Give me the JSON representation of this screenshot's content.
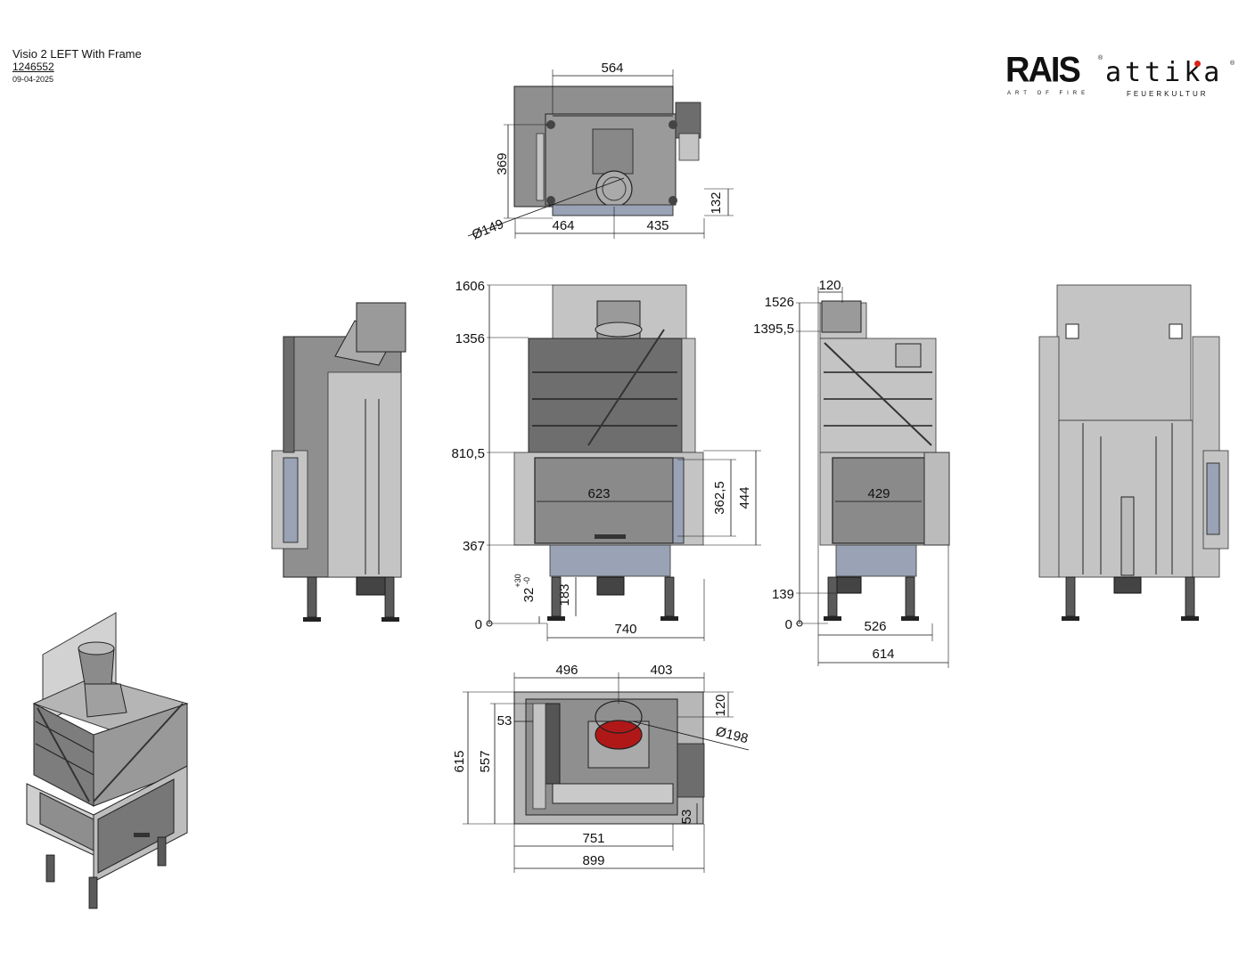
{
  "header": {
    "title": "Visio 2 LEFT With Frame",
    "number": "1246552",
    "date": "09-04-2025"
  },
  "logo": {
    "brand1": "RAIS",
    "brand2": "attika",
    "tagline1": "ART OF FIRE",
    "tagline2": "FEUERKULTUR"
  },
  "top_view": {
    "width": "564",
    "depth": "369",
    "flue_offset": "132",
    "flue_diameter": "Ø149",
    "left": "464",
    "right": "435"
  },
  "front_view": {
    "h1606": "1606",
    "h1356": "1356",
    "h810": "810,5",
    "h367": "367",
    "h0": "0",
    "glass_w": "623",
    "glass_h1": "362,5",
    "glass_h2": "444",
    "leg_h": "183",
    "tol_base": "32",
    "tol_plus": "+30",
    "tol_minus": "-0",
    "base_w": "740"
  },
  "side_view": {
    "offset_top": "120",
    "h1526": "1526",
    "h1395": "1395,5",
    "h139": "139",
    "h0": "0",
    "glass_w": "429",
    "base_w": "526",
    "total_w": "614"
  },
  "bottom_view": {
    "left": "496",
    "right": "403",
    "offset": "120",
    "flue_diameter": "Ø198",
    "d615": "615",
    "d557": "557",
    "d53a": "53",
    "d53b": "53",
    "w751": "751",
    "w899": "899"
  },
  "colors": {
    "body": "#8f8f8f",
    "panel": "#c4c4c4",
    "frame_blue": "#9aa3b5",
    "flue_red": "#b01818",
    "logo_red": "#d9251c"
  }
}
